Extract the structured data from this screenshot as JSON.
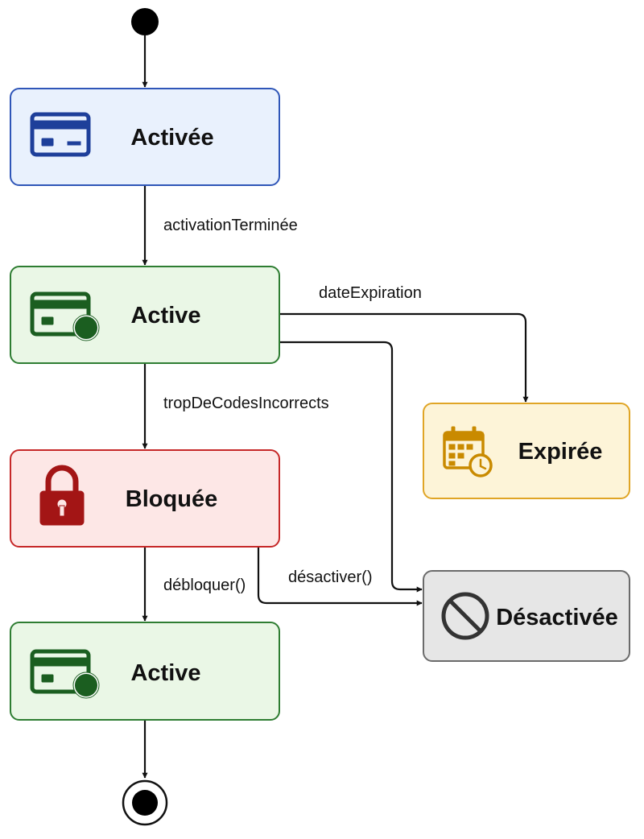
{
  "states": {
    "activee": {
      "label": "Activée",
      "icon": "credit-card-icon",
      "fill": "#E9F1FD",
      "stroke": "#2F56B8",
      "icon_color": "#1E3F9A"
    },
    "active1": {
      "label": "Active",
      "icon": "credit-card-check-icon",
      "fill": "#EAF7E6",
      "stroke": "#2E7D32",
      "icon_color": "#1B5E20"
    },
    "bloquee": {
      "label": "Bloquée",
      "icon": "padlock-icon",
      "fill": "#FDE7E6",
      "stroke": "#C62828",
      "icon_color": "#A31515"
    },
    "active2": {
      "label": "Active",
      "icon": "credit-card-check-icon",
      "fill": "#EAF7E6",
      "stroke": "#2E7D32",
      "icon_color": "#1B5E20"
    },
    "expiree": {
      "label": "Expirée",
      "icon": "calendar-clock-icon",
      "fill": "#FDF4D8",
      "stroke": "#E0A526",
      "icon_color": "#C98A00"
    },
    "desactivee": {
      "label": "Désactivée",
      "icon": "prohibited-icon",
      "fill": "#E6E6E6",
      "stroke": "#6B6B6B",
      "icon_color": "#333333"
    }
  },
  "transitions": {
    "activation_terminee": "activationTerminée",
    "date_expiration": "dateExpiration",
    "trop_de_codes": "tropDeCodesIncorrects",
    "debloquer": "débloquer()",
    "desactiver": "désactiver()"
  }
}
